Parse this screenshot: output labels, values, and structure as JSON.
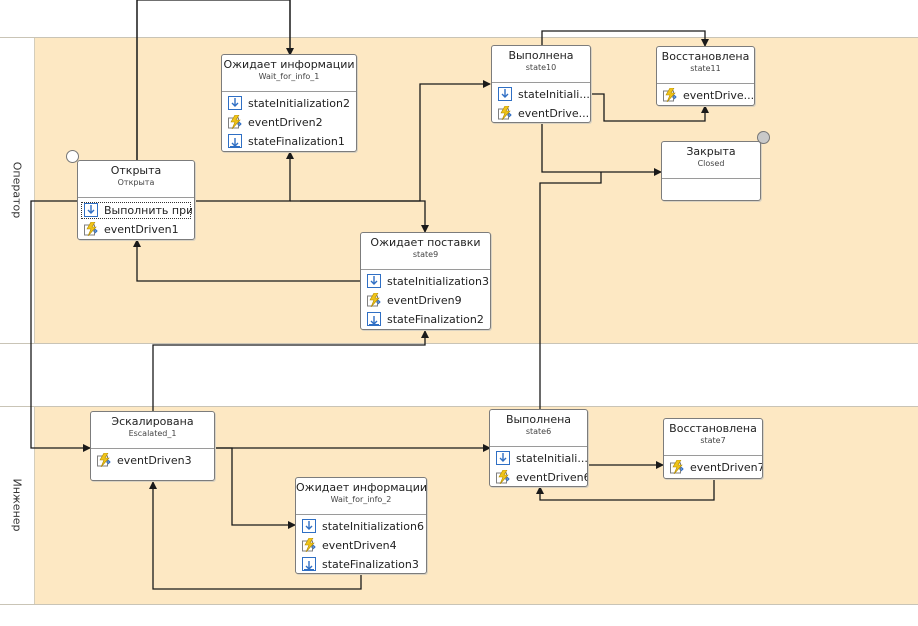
{
  "lanes": {
    "top": {
      "title": "Оператор"
    },
    "bottom": {
      "title": "Инженер"
    }
  },
  "states": {
    "opened": {
      "name": "Открыта",
      "sub": "Открыта",
      "activities": [
        {
          "icon": "state-initialization-icon",
          "label": "Выполнить при..."
        },
        {
          "icon": "event-driven-icon",
          "label": "eventDriven1"
        }
      ]
    },
    "wait1": {
      "name": "Ожидает информации",
      "sub": "Wait_for_info_1",
      "activities": [
        {
          "icon": "state-initialization-icon",
          "label": "stateInitialization2"
        },
        {
          "icon": "event-driven-icon",
          "label": "eventDriven2"
        },
        {
          "icon": "state-finalization-icon",
          "label": "stateFinalization1"
        }
      ]
    },
    "done10": {
      "name": "Выполнена",
      "sub": "state10",
      "activities": [
        {
          "icon": "state-initialization-icon",
          "label": "stateInitiali..."
        },
        {
          "icon": "event-driven-icon",
          "label": "eventDrive..."
        }
      ]
    },
    "restored11": {
      "name": "Восстановлена",
      "sub": "state11",
      "activities": [
        {
          "icon": "event-driven-icon",
          "label": "eventDrive..."
        }
      ]
    },
    "closed": {
      "name": "Закрыта",
      "sub": "Closed"
    },
    "supply9": {
      "name": "Ожидает поставки",
      "sub": "state9",
      "activities": [
        {
          "icon": "state-initialization-icon",
          "label": "stateInitialization3"
        },
        {
          "icon": "event-driven-icon",
          "label": "eventDriven9"
        },
        {
          "icon": "state-finalization-icon",
          "label": "stateFinalization2"
        }
      ]
    },
    "escalated": {
      "name": "Эскалирована",
      "sub": "Escalated_1",
      "activities": [
        {
          "icon": "event-driven-icon",
          "label": "eventDriven3"
        }
      ]
    },
    "wait2": {
      "name": "Ожидает информации",
      "sub": "Wait_for_info_2",
      "activities": [
        {
          "icon": "state-initialization-icon",
          "label": "stateInitialization6"
        },
        {
          "icon": "event-driven-icon",
          "label": "eventDriven4"
        },
        {
          "icon": "state-finalization-icon",
          "label": "stateFinalization3"
        }
      ]
    },
    "done6": {
      "name": "Выполнена",
      "sub": "state6",
      "activities": [
        {
          "icon": "state-initialization-icon",
          "label": "stateInitiali..."
        },
        {
          "icon": "event-driven-icon",
          "label": "eventDriven6"
        }
      ]
    },
    "restored7": {
      "name": "Восстановлена",
      "sub": "state7",
      "activities": [
        {
          "icon": "event-driven-icon",
          "label": "eventDriven7"
        }
      ]
    }
  },
  "colors": {
    "lane_fill": "#fde8c3",
    "wire": "#1a1a1a",
    "icon_blue": "#2f6fc4",
    "icon_yellow": "#f0c419"
  }
}
